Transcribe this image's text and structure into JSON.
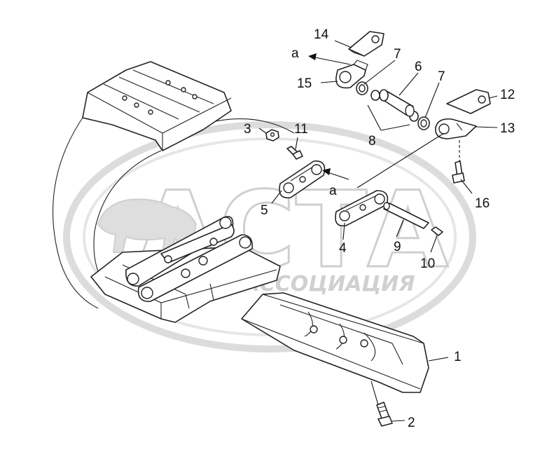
{
  "watermark": {
    "logo_text": "АСТА",
    "sub_text": "АССОЦИАЦИЯ"
  },
  "labels": {
    "l1": "1",
    "l2": "2",
    "l3": "3",
    "l4": "4",
    "l5": "5",
    "l6": "6",
    "l7a": "7",
    "l7b": "7",
    "l8": "8",
    "l9": "9",
    "l10": "10",
    "l11": "11",
    "l12": "12",
    "l13": "13",
    "l14": "14",
    "l15": "15",
    "l16": "16",
    "view_a_top": "a",
    "view_a_mid": "a"
  },
  "colors": {
    "line": "#222222",
    "watermark": "#d6d6d6"
  }
}
